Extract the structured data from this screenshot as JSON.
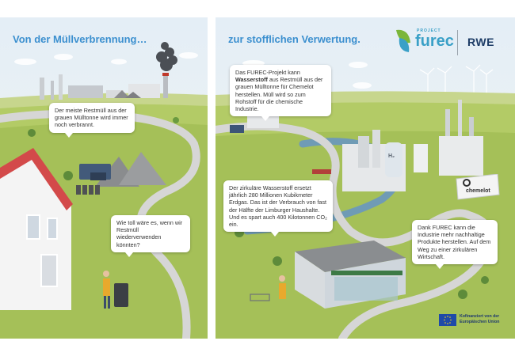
{
  "left": {
    "title": "Von der Müllverbrennung…",
    "bubble1": "Der meiste Restmüll aus der grauen Mülltonne wird immer noch verbrannt.",
    "bubble2": "Wie toll wäre es, wenn wir Restmüll wiederverwenden könnten?"
  },
  "right": {
    "title": "zur stofflichen Verwertung.",
    "bubble1_pre": "Das FUREC-Projekt kann ",
    "bubble1_bold": "Wasserstoff",
    "bubble1_post": " aus Restmüll aus der grauen Mülltonne für Chemelot herstellen. Müll wird so zum Rohstoff für die chemische Industrie.",
    "bubble2": "Der zirkuläre Wasserstoff ersetzt jährlich 280 Millionen Kubikmeter Erdgas. Das ist der Verbrauch von fast der Hälfte der Limburger Haushalte. Und es spart auch 400 Kilotonnen CO₂ ein.",
    "bubble3": "Dank FUREC kann die Industrie mehr nachhaltige Produkte herstellen. Auf dem Weg zu einer zirkulären Wirtschaft.",
    "logo_project": "PROJECT",
    "logo_furec": "furec",
    "logo_rwe": "RWE",
    "sign_chemelot": "chemelot",
    "h2_label": "H₂",
    "eu_text_line1": "Kofinanziert von der",
    "eu_text_line2": "Europäischen Union"
  },
  "colors": {
    "title_blue": "#3b8fcf",
    "sky": "#dfeaf2",
    "grass": "#a9c45a",
    "road": "#d4d4d4",
    "eu_blue": "#1f4aa8",
    "eu_yellow": "#ffd617",
    "rwe_blue": "#1d3c66",
    "furec_green": "#7bb63a"
  }
}
